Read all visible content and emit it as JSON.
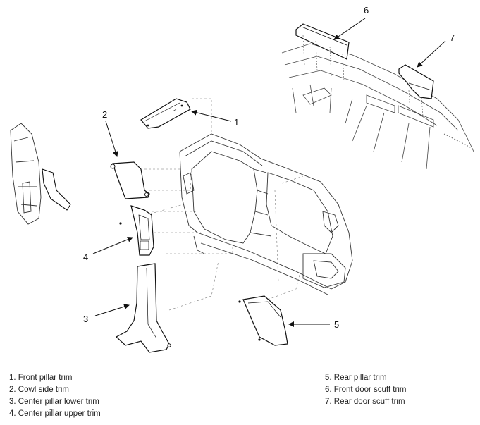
{
  "callouts": [
    "1",
    "2",
    "3",
    "4",
    "5",
    "6",
    "7"
  ],
  "legend": {
    "left": [
      "1. Front pillar trim",
      "2. Cowl side trim",
      "3. Center pillar lower trim",
      "4. Center pillar upper trim"
    ],
    "right": [
      "5. Rear pillar trim",
      "6. Front door scuff trim",
      "7. Rear door scuff trim"
    ]
  }
}
